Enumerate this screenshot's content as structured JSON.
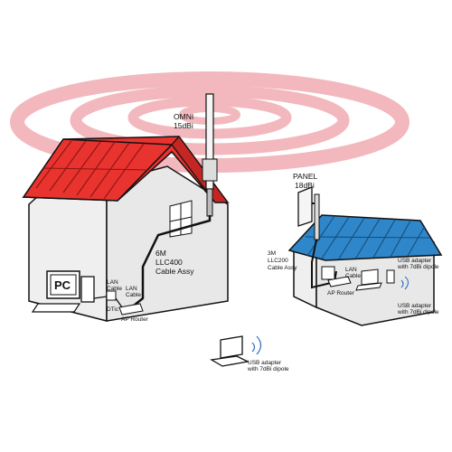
{
  "labels": {
    "omni_line1": "OMNI",
    "omni_line2": "15dBi",
    "cable_left_line1": "6M",
    "cable_left_line2": "LLC400",
    "cable_left_line3": "Cable Assy",
    "pc": "PC",
    "lan_cable_left_line1": "LAN",
    "lan_cable_left_line2": "Cable",
    "lan_cable_mid_line1": "LAN",
    "lan_cable_mid_line2": "Cable",
    "dtic": "DTic",
    "ap_router_left": "AP Router",
    "panel_line1": "PANEL",
    "panel_line2": "18dBi",
    "cable_right_line1": "3M",
    "cable_right_line2": "LLC200",
    "cable_right_line3": "Cable Assy",
    "lan_cable_right_line1": "LAN",
    "lan_cable_right_line2": "Cable",
    "ap_router_right": "AP Router",
    "usb_top_right_line1": "USB adapter",
    "usb_top_right_line2": "with 7dBi dipole",
    "usb_bottom_right_line1": "USB adapter",
    "usb_bottom_right_line2": "with 7dBi dipole",
    "usb_laptop_line1": "USB adapter",
    "usb_laptop_line2": "with 7dBi dipole"
  },
  "colors": {
    "signal_rings": "#f2b8bd",
    "roof_red": "#e8332f",
    "roof_blue": "#2f86c9",
    "wall_fill": "#efefef",
    "outline": "#111111"
  }
}
